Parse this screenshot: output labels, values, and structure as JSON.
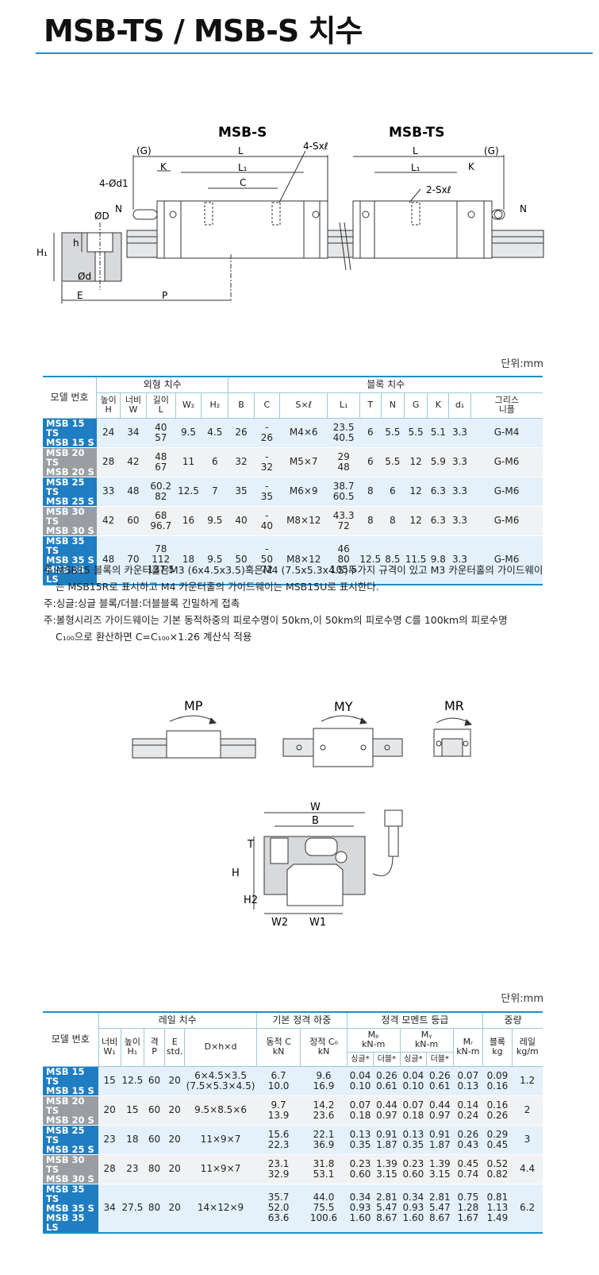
{
  "title": "MSB-TS / MSB-S 치수",
  "diagram": {
    "label_s": "MSB-S",
    "label_ts": "MSB-TS",
    "G": "(G)",
    "K": "K",
    "L": "L",
    "L1": "L₁",
    "C": "C",
    "sx4": "4-Sxℓ",
    "sx2": "2-Sxℓ",
    "d1": "4-Ød1",
    "N": "N",
    "D": "ØD",
    "h": "h",
    "H1": "H₁",
    "d": "Ød",
    "E": "E",
    "P": "P"
  },
  "unit": "단위:mm",
  "table1": {
    "group_outer": "외형 치수",
    "group_block": "블록 치수",
    "h_model": "모델 번호",
    "h_H": [
      "높이",
      "H"
    ],
    "h_W": [
      "너비",
      "W"
    ],
    "h_L": [
      "길이",
      "L"
    ],
    "h_W2": "W₂",
    "h_H2": "H₂",
    "h_B": "B",
    "h_C": "C",
    "h_S": "S×ℓ",
    "h_L1": "L₁",
    "h_T": "T",
    "h_N": "N",
    "h_G": "G",
    "h_K": "K",
    "h_d1": "d₁",
    "h_grease": [
      "그리스",
      "니플"
    ],
    "rows": [
      {
        "models": [
          "MSB 15 TS",
          "MSB 15 S"
        ],
        "H": "24",
        "W": "34",
        "L": [
          "40",
          "57"
        ],
        "W2": "9.5",
        "H2": "4.5",
        "B": "26",
        "C": [
          "-",
          "26"
        ],
        "S": "M4×6",
        "L1": [
          "23.5",
          "40.5"
        ],
        "T": "6",
        "N": "5.5",
        "G": "5.5",
        "K": "5.1",
        "d1": "3.3",
        "grease": "G-M4"
      },
      {
        "models": [
          "MSB 20 TS",
          "MSB 20 S"
        ],
        "H": "28",
        "W": "42",
        "L": [
          "48",
          "67"
        ],
        "W2": "11",
        "H2": "6",
        "B": "32",
        "C": [
          "-",
          "32"
        ],
        "S": "M5×7",
        "L1": [
          "29",
          "48"
        ],
        "T": "6",
        "N": "5.5",
        "G": "12",
        "K": "5.9",
        "d1": "3.3",
        "grease": "G-M6"
      },
      {
        "models": [
          "MSB 25 TS",
          "MSB 25 S"
        ],
        "H": "33",
        "W": "48",
        "L": [
          "60.2",
          "82"
        ],
        "W2": "12.5",
        "H2": "7",
        "B": "35",
        "C": [
          "-",
          "35"
        ],
        "S": "M6×9",
        "L1": [
          "38.7",
          "60.5"
        ],
        "T": "8",
        "N": "6",
        "G": "12",
        "K": "6.3",
        "d1": "3.3",
        "grease": "G-M6"
      },
      {
        "models": [
          "MSB 30 TS",
          "MSB 30 S"
        ],
        "H": "42",
        "W": "60",
        "L": [
          "68",
          "96.7"
        ],
        "W2": "16",
        "H2": "9.5",
        "B": "40",
        "C": [
          "-",
          "40"
        ],
        "S": "M8×12",
        "L1": [
          "43.3",
          "72"
        ],
        "T": "8",
        "N": "8",
        "G": "12",
        "K": "6.3",
        "d1": "3.3",
        "grease": "G-M6"
      },
      {
        "models": [
          "MSB 35 TS",
          "MSB 35 S",
          "MSB 35 LS"
        ],
        "H": "48",
        "W": "70",
        "L": [
          "78",
          "112",
          "137.5"
        ],
        "W2": "18",
        "H2": "9.5",
        "B": "50",
        "C": [
          "-",
          "50",
          "72"
        ],
        "S": "M8×12",
        "L1": [
          "46",
          "80",
          "105.5"
        ],
        "T": "12.5",
        "N": "8.5",
        "G": "11.5",
        "K": "9.8",
        "d1": "3.3",
        "grease": "G-M6"
      }
    ]
  },
  "notes": [
    "주:MSB15 블록의 카운터홀은M3 (6x4.5x3.5)혹은M4 (7.5x5.3x4.5)두가지 규격이 있고 M3 카운터홀의 가이드웨이",
    "는 MSB15R로 표시하고 M4 카운터홀의  가이드웨이는  MSB15U로 표시한다.",
    "주:싱글:싱글 블록/더블:더블블록 긴밀하게 접촉",
    "주:볼형시리즈 가이드웨이는 기본 동적하중의 피로수명이 50km,이 50km의 피로수명 C를 100km의 피로수명",
    "C₁₀₀으로 환산하면 C=C₁₀₀×1.26 계산식 적용"
  ],
  "moments": {
    "MP": "MP",
    "MY": "MY",
    "MR": "MR"
  },
  "section": {
    "W": "W",
    "B": "B",
    "T": "T",
    "H": "H",
    "H2": "H2",
    "W2": "W2",
    "W1": "W1"
  },
  "table2": {
    "group_rail": "레일 치수",
    "group_load": "기본 정격 하중",
    "group_moment": "정격 모멘트 등급",
    "group_weight": "중량",
    "h_model": "모델 번호",
    "h_W1": [
      "너비",
      "W₁"
    ],
    "h_H1": [
      "높이",
      "H₁"
    ],
    "h_P": [
      "격",
      "P"
    ],
    "h_E": [
      "E",
      "std."
    ],
    "h_Dhd": "D×h×d",
    "h_C": [
      "동적 C",
      "kN"
    ],
    "h_C0": [
      "정적 C₀",
      "kN"
    ],
    "h_MP": [
      "Mₚ",
      "kN-m"
    ],
    "h_MY": [
      "Mᵧ",
      "kN-m"
    ],
    "h_MR": [
      "Mᵣ",
      "kN-m"
    ],
    "h_single": "싱글*",
    "h_double": "더블*",
    "h_block": [
      "블록",
      "kg"
    ],
    "h_rail": [
      "레일",
      "kg/m"
    ],
    "rows": [
      {
        "models": [
          "MSB 15 TS",
          "MSB 15 S"
        ],
        "W1": "15",
        "H1": "12.5",
        "P": "60",
        "E": "20",
        "Dhd": [
          "6×4.5×3.5",
          "(7.5×5.3×4.5)"
        ],
        "C": [
          "6.7",
          "10.0"
        ],
        "C0": [
          "9.6",
          "16.9"
        ],
        "MPs": [
          "0.04",
          "0.10"
        ],
        "MPd": [
          "0.26",
          "0.61"
        ],
        "MYs": [
          "0.04",
          "0.10"
        ],
        "MYd": [
          "0.26",
          "0.61"
        ],
        "MR": [
          "0.07",
          "0.13"
        ],
        "block": [
          "0.09",
          "0.16"
        ],
        "rail": "1.2"
      },
      {
        "models": [
          "MSB 20 TS",
          "MSB 20 S"
        ],
        "W1": "20",
        "H1": "15",
        "P": "60",
        "E": "20",
        "Dhd": [
          "9.5×8.5×6"
        ],
        "C": [
          "9.7",
          "13.9"
        ],
        "C0": [
          "14.2",
          "23.6"
        ],
        "MPs": [
          "0.07",
          "0.18"
        ],
        "MPd": [
          "0.44",
          "0.97"
        ],
        "MYs": [
          "0.07",
          "0.18"
        ],
        "MYd": [
          "0.44",
          "0.97"
        ],
        "MR": [
          "0.14",
          "0.24"
        ],
        "block": [
          "0.16",
          "0.26"
        ],
        "rail": "2"
      },
      {
        "models": [
          "MSB 25 TS",
          "MSB 25 S"
        ],
        "W1": "23",
        "H1": "18",
        "P": "60",
        "E": "20",
        "Dhd": [
          "11×9×7"
        ],
        "C": [
          "15.6",
          "22.3"
        ],
        "C0": [
          "22.1",
          "36.9"
        ],
        "MPs": [
          "0.13",
          "0.35"
        ],
        "MPd": [
          "0.91",
          "1.87"
        ],
        "MYs": [
          "0.13",
          "0.35"
        ],
        "MYd": [
          "0.91",
          "1.87"
        ],
        "MR": [
          "0.26",
          "0.43"
        ],
        "block": [
          "0.29",
          "0.45"
        ],
        "rail": "3"
      },
      {
        "models": [
          "MSB 30 TS",
          "MSB 30 S"
        ],
        "W1": "28",
        "H1": "23",
        "P": "80",
        "E": "20",
        "Dhd": [
          "11×9×7"
        ],
        "C": [
          "23.1",
          "32.9"
        ],
        "C0": [
          "31.8",
          "53.1"
        ],
        "MPs": [
          "0.23",
          "0.60"
        ],
        "MPd": [
          "1.39",
          "3.15"
        ],
        "MYs": [
          "0.23",
          "0.60"
        ],
        "MYd": [
          "1.39",
          "3.15"
        ],
        "MR": [
          "0.45",
          "0.74"
        ],
        "block": [
          "0.52",
          "0.82"
        ],
        "rail": "4.4"
      },
      {
        "models": [
          "MSB 35 TS",
          "MSB 35 S",
          "MSB 35 LS"
        ],
        "W1": "34",
        "H1": "27.5",
        "P": "80",
        "E": "20",
        "Dhd": [
          "14×12×9"
        ],
        "C": [
          "35.7",
          "52.0",
          "63.6"
        ],
        "C0": [
          "44.0",
          "75.5",
          "100.6"
        ],
        "MPs": [
          "0.34",
          "0.93",
          "1.60"
        ],
        "MPd": [
          "2.81",
          "5.47",
          "8.67"
        ],
        "MYs": [
          "0.34",
          "0.93",
          "1.60"
        ],
        "MYd": [
          "2.81",
          "5.47",
          "8.67"
        ],
        "MR": [
          "0.75",
          "1.28",
          "1.67"
        ],
        "block": [
          "0.81",
          "1.13",
          "1.49"
        ],
        "rail": "6.2"
      }
    ]
  }
}
